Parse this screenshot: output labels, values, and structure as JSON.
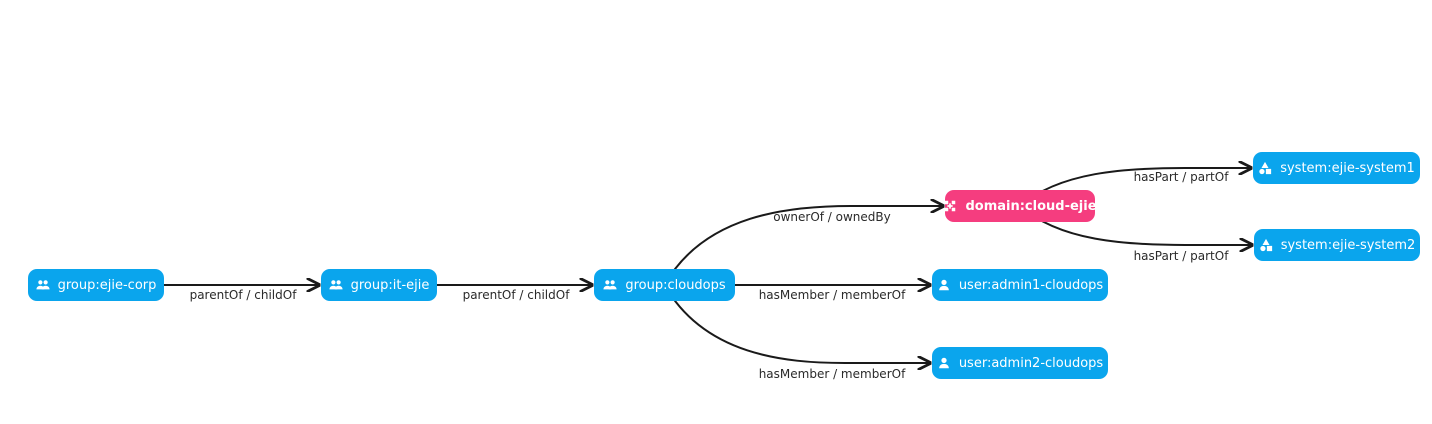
{
  "colors": {
    "node_default": "#0aa5ed",
    "node_highlight": "#f53d7f",
    "edge": "#1a1a1a",
    "label": "#2a2a2a"
  },
  "nodes": [
    {
      "id": "ejie-corp",
      "label": "group:ejie-corp",
      "icon": "group-icon",
      "kind": "default"
    },
    {
      "id": "it-ejie",
      "label": "group:it-ejie",
      "icon": "group-icon",
      "kind": "default"
    },
    {
      "id": "cloudops",
      "label": "group:cloudops",
      "icon": "group-icon",
      "kind": "default"
    },
    {
      "id": "cloud-ejie",
      "label": "domain:cloud-ejie",
      "icon": "domain-icon",
      "kind": "highlight"
    },
    {
      "id": "admin1",
      "label": "user:admin1-cloudops",
      "icon": "user-icon",
      "kind": "default"
    },
    {
      "id": "admin2",
      "label": "user:admin2-cloudops",
      "icon": "user-icon",
      "kind": "default"
    },
    {
      "id": "system1",
      "label": "system:ejie-system1",
      "icon": "system-icon",
      "kind": "default"
    },
    {
      "id": "system2",
      "label": "system:ejie-system2",
      "icon": "system-icon",
      "kind": "default"
    }
  ],
  "edges": [
    {
      "from": "ejie-corp",
      "to": "it-ejie",
      "label": "parentOf / childOf"
    },
    {
      "from": "it-ejie",
      "to": "cloudops",
      "label": "parentOf / childOf"
    },
    {
      "from": "cloudops",
      "to": "cloud-ejie",
      "label": "ownerOf / ownedBy"
    },
    {
      "from": "cloudops",
      "to": "admin1",
      "label": "hasMember / memberOf"
    },
    {
      "from": "cloudops",
      "to": "admin2",
      "label": "hasMember / memberOf"
    },
    {
      "from": "cloud-ejie",
      "to": "system1",
      "label": "hasPart / partOf"
    },
    {
      "from": "cloud-ejie",
      "to": "system2",
      "label": "hasPart / partOf"
    }
  ]
}
